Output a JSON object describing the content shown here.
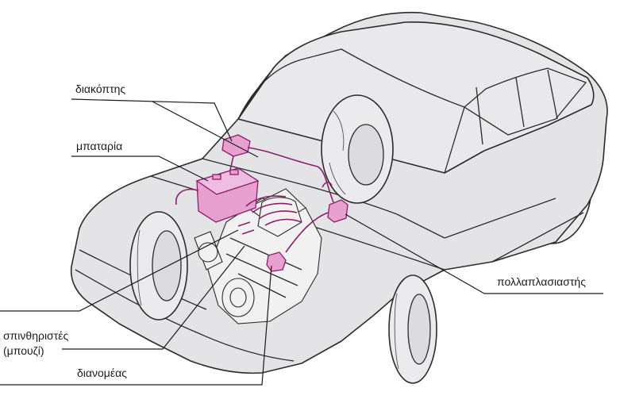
{
  "labels": {
    "switch": "διακόπτης",
    "battery": "μπαταρία",
    "coil": "πολλαπλασιαστής",
    "spark_plugs_line1": "σπινθηριστές",
    "spark_plugs_line2": "(μπουζί)",
    "distributor": "διανομέας"
  },
  "colors": {
    "car_fill": "#e4e4e6",
    "car_stroke": "#2b2b2b",
    "ignition_parts": "#e8a0d0",
    "ignition_stroke": "#8a1f6b",
    "wire": "#8a1f6b",
    "leader_line": "#1a1a1a",
    "background": "#ffffff"
  }
}
